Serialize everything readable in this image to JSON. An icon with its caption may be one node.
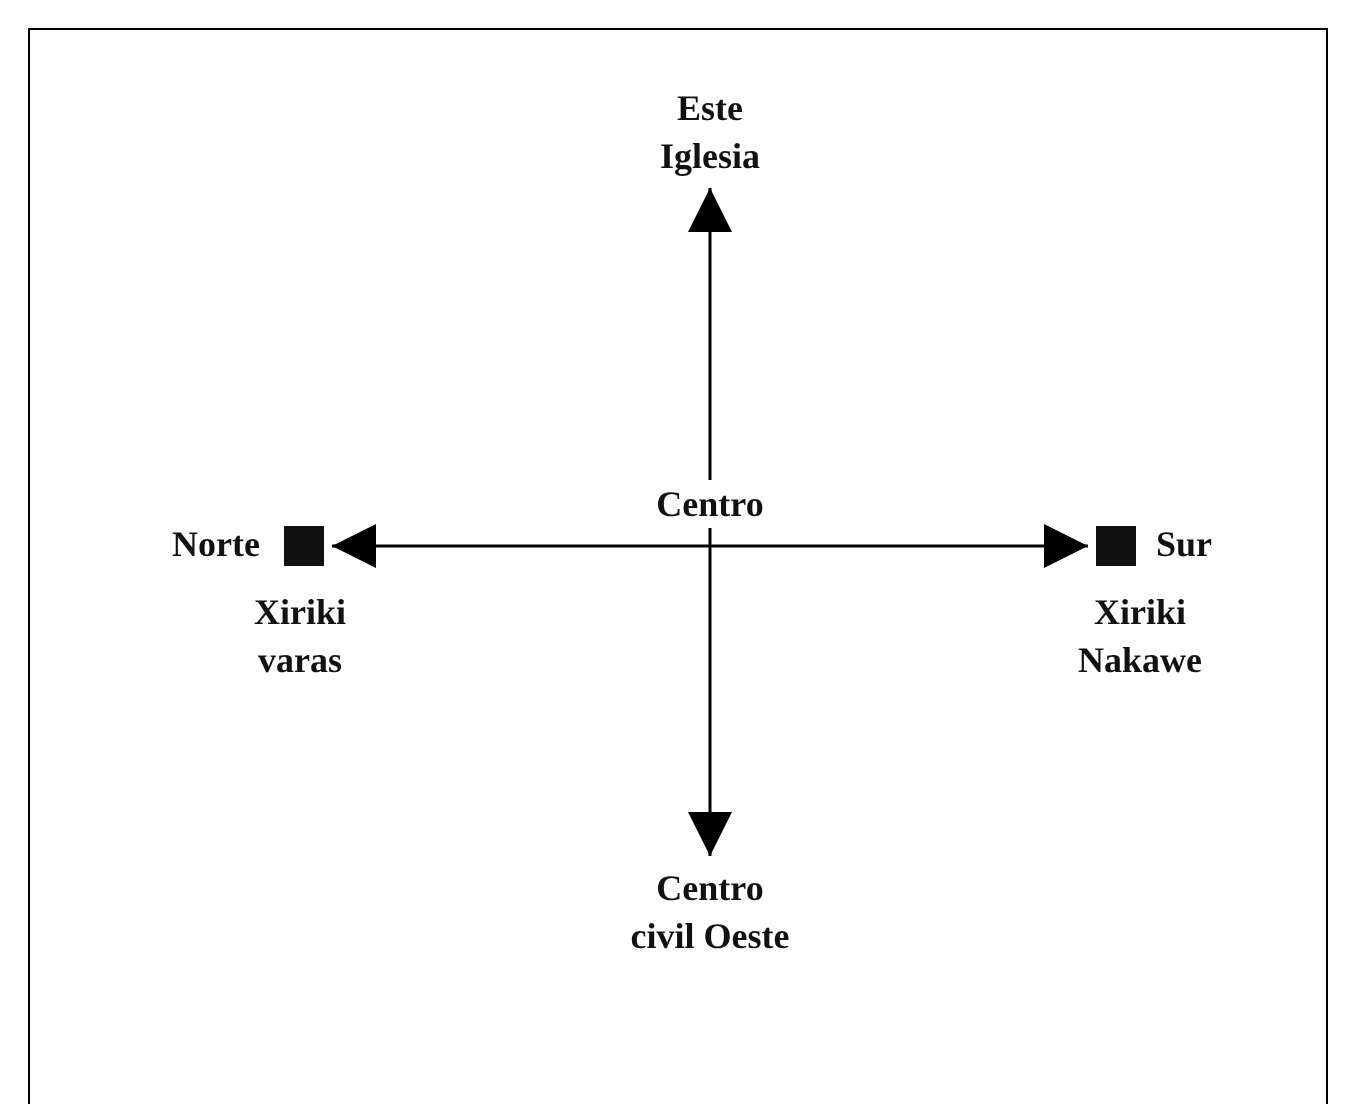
{
  "diagram": {
    "nodes": [
      {
        "text": [
          "Este Iglesia"
        ]
      },
      {
        "text": [],
        "shape": "box",
        "beside": [
          "Norte",
          "Xiriki varas"
        ]
      },
      {
        "text": [],
        "shape": "box",
        "beside": [
          "Sur",
          "Xiriki Nakawe"
        ]
      },
      {
        "text": [
          "Centro civil Oeste"
        ]
      }
    ],
    "edges": [
      {
        "from": 0,
        "to": 3,
        "arrow": "both"
      },
      {
        "from": 1,
        "to": 2,
        "arrow": "both"
      }
    ],
    "labels": [
      "Centro"
    ]
  }
}
